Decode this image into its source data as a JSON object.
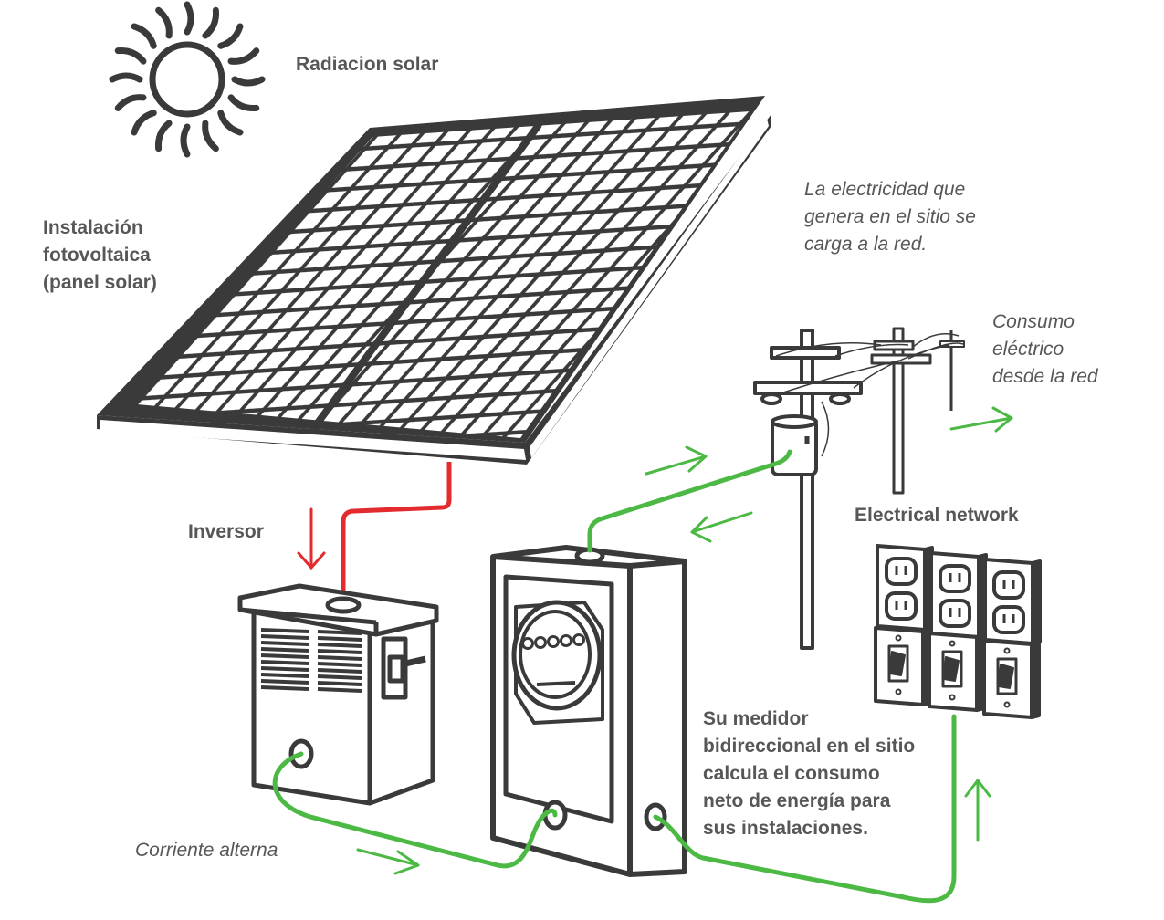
{
  "labels": {
    "solar_radiation": "Radiacion solar",
    "pv_installation": [
      "Instalación",
      "fotovoltaica",
      "(panel solar)"
    ],
    "inverter": "Inversor",
    "grid_export_note": [
      "La electricidad que",
      "genera en el sitio se",
      "carga a la red."
    ],
    "grid_consumption_note": [
      "Consumo",
      "eléctrico",
      "desde la red"
    ],
    "electrical_network": "Electrical network",
    "meter_note": [
      "Su medidor",
      "bidireccional en el sitio",
      "calcula el consumo",
      "neto de energía para",
      "sus instalaciones."
    ],
    "alternating_current": "Corriente alterna"
  },
  "colors": {
    "outline": "#3a3a3a",
    "dc_wire": "#e32a2e",
    "ac_wire": "#4cb944",
    "text": "#575757"
  },
  "icons": [
    "sun-icon",
    "solar-panel-icon",
    "inverter-box-icon",
    "bidirectional-meter-icon",
    "utility-pole-icon",
    "outlet-icon",
    "switch-icon",
    "arrow-icon"
  ]
}
